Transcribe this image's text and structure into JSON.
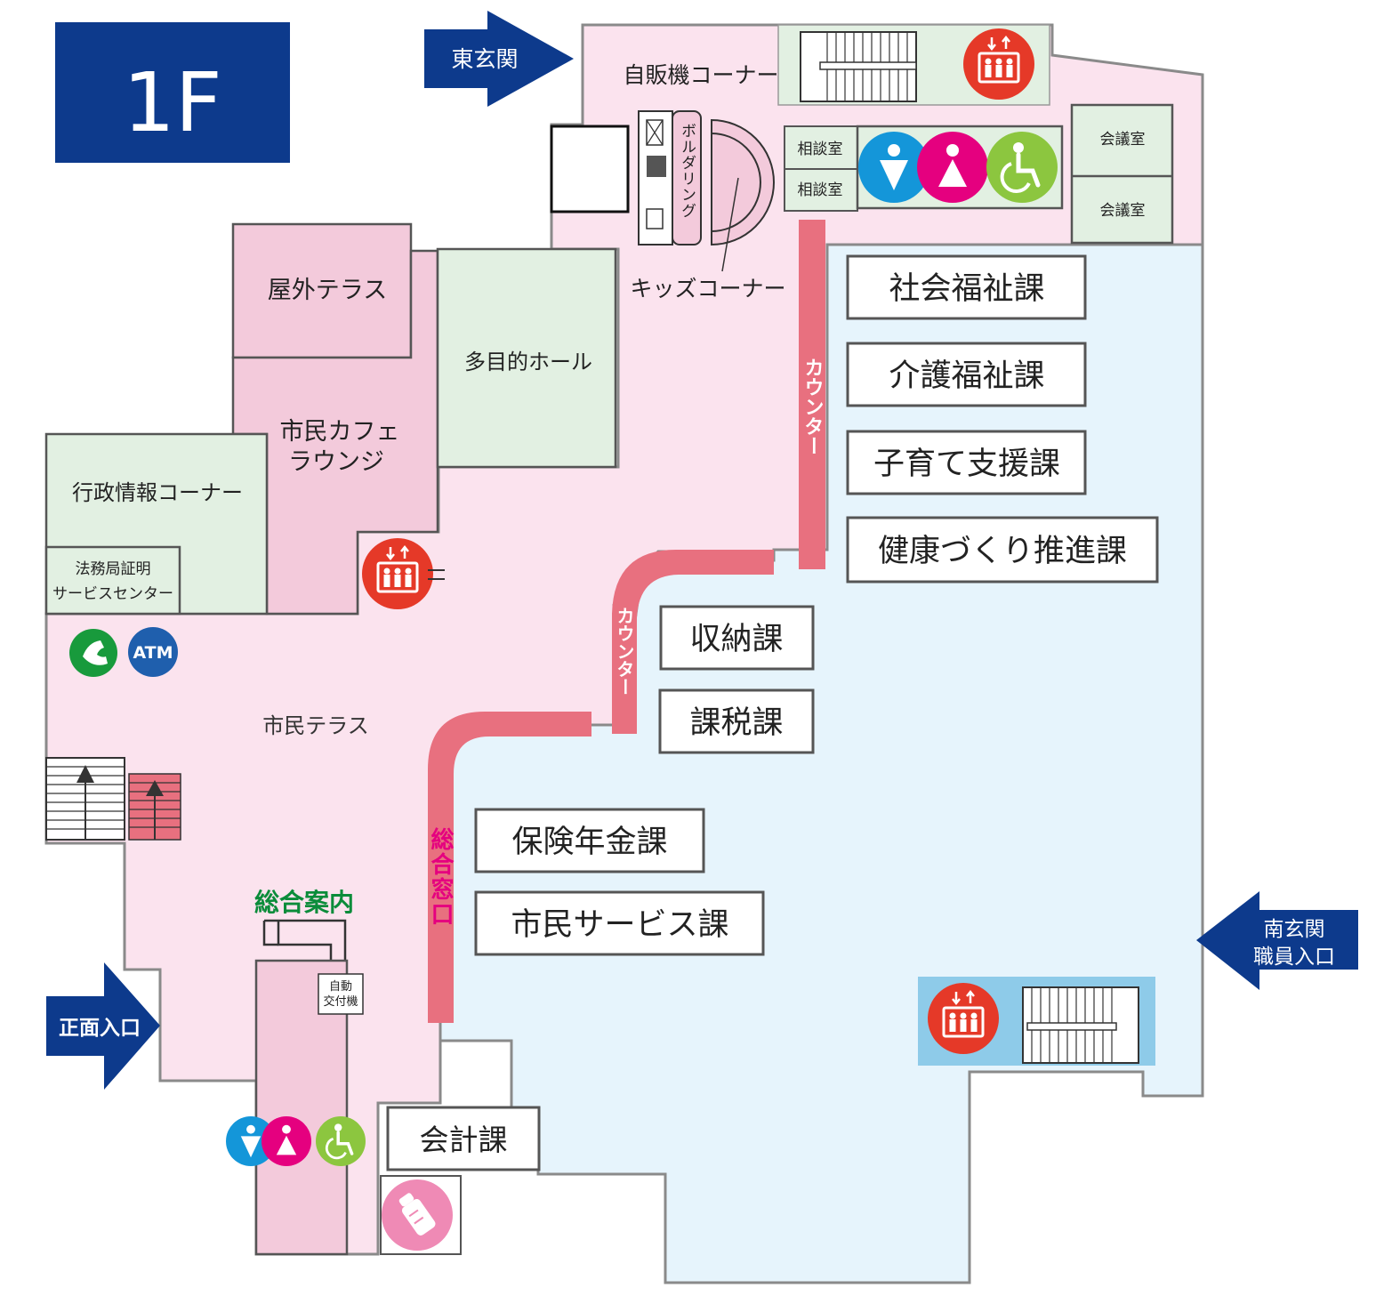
{
  "floor": {
    "label": "1F"
  },
  "entrances": {
    "east": "東玄関",
    "south_line1": "南玄関",
    "south_line2": "職員入口",
    "front": "正面入口"
  },
  "rooms": {
    "vending": "自販機コーナー",
    "bouldering": "ボルダリング",
    "kids": "キッズコーナー",
    "consult1": "相談室",
    "consult2": "相談室",
    "meeting1": "会議室",
    "meeting2": "会議室",
    "terrace": "屋外テラス",
    "hall": "多目的ホール",
    "cafe_line1": "市民カフェ",
    "cafe_line2": "ラウンジ",
    "admin_info": "行政情報コーナー",
    "legal_line1": "法務局証明",
    "legal_line2": "サービスセンター",
    "citizen_terrace": "市民テラス",
    "general_info": "総合案内",
    "kiosk_line1": "自動",
    "kiosk_line2": "交付機",
    "counter_upper": "カウンター",
    "counter_lower": "カウンター",
    "general_window": "総合窓口"
  },
  "departments": {
    "social_welfare": "社会福祉課",
    "care_welfare": "介護福祉課",
    "child_support": "子育て支援課",
    "health": "健康づくり推進課",
    "collection": "収納課",
    "taxation": "課税課",
    "insurance": "保険年金課",
    "citizen_service": "市民サービス課",
    "accounting": "会計課"
  },
  "badges": {
    "atm": "ATM"
  },
  "icons": [
    "elevator-icon",
    "male-restroom-icon",
    "female-restroom-icon",
    "accessible-restroom-icon",
    "phone-icon",
    "atm-icon",
    "nursing-room-icon",
    "stairs-icon"
  ],
  "colors": {
    "navy": "#0d3a8c",
    "pink_floor": "#fbe3ee",
    "pink_room": "#f3cadb",
    "green_room": "#e2f0e2",
    "blue_floor": "#e6f4fc",
    "counter": "#e8707f",
    "elevator_red": "#e53928",
    "male_blue": "#1496d9",
    "female_magenta": "#e5007f",
    "accessible_green": "#8cc63f",
    "phone_green": "#189a3c",
    "atm_blue": "#1f5fad",
    "highlight_green": "#0b8c3a",
    "highlight_magenta": "#e5007f"
  }
}
